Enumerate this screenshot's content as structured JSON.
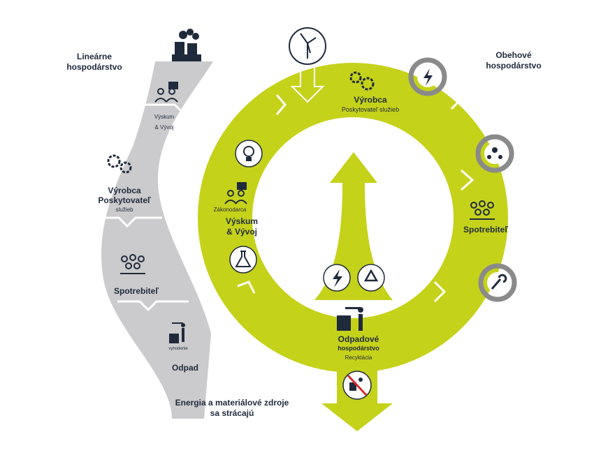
{
  "colors": {
    "accent": "#c5d21a",
    "linear_band": "#cbcbcd",
    "navy": "#1f2a3c",
    "cycle_gray": "#8a8a8a"
  },
  "icons": {
    "factory": "factory-icon",
    "wind_turbine": "wind-turbine-icon",
    "gears": "gears-icon",
    "research_team": "research-team-icon",
    "consumers": "consumers-icon",
    "waste": "waste-bin-icon",
    "lightbulb": "lightbulb-icon",
    "flask": "flask-icon",
    "energy": "lightning-icon",
    "recycle": "recycle-icon",
    "wrench": "wrench-icon",
    "no_dumping": "no-dumping-icon"
  },
  "linear": {
    "title_line1": "Lineárne",
    "title_line2": "hospodárstvo",
    "research_line1": "Výskum",
    "research_line2": "& Vývoj",
    "producer_line1": "Výrobca",
    "producer_line2": "Poskytovateľ",
    "producer_line3": "služieb",
    "consumer": "Spotrebiteľ",
    "waste_small": "vyhodenie",
    "waste": "Odpad"
  },
  "circular": {
    "title_line1": "Obehové",
    "title_line2": "hospodárstvo",
    "producer": "Výrobca",
    "producer_sub": "Poskytovateľ služieb",
    "legislator": "Zákonodarca",
    "research_line1": "Výskum",
    "research_line2": "& Vývoj",
    "consumer": "Spotrebiteľ",
    "waste_line1": "Odpadové",
    "waste_line2": "hospodárstvo",
    "recycling": "Recyklácia"
  },
  "loss": {
    "line1": "Energia a materiálové zdroje",
    "line2": "sa strácajú"
  }
}
